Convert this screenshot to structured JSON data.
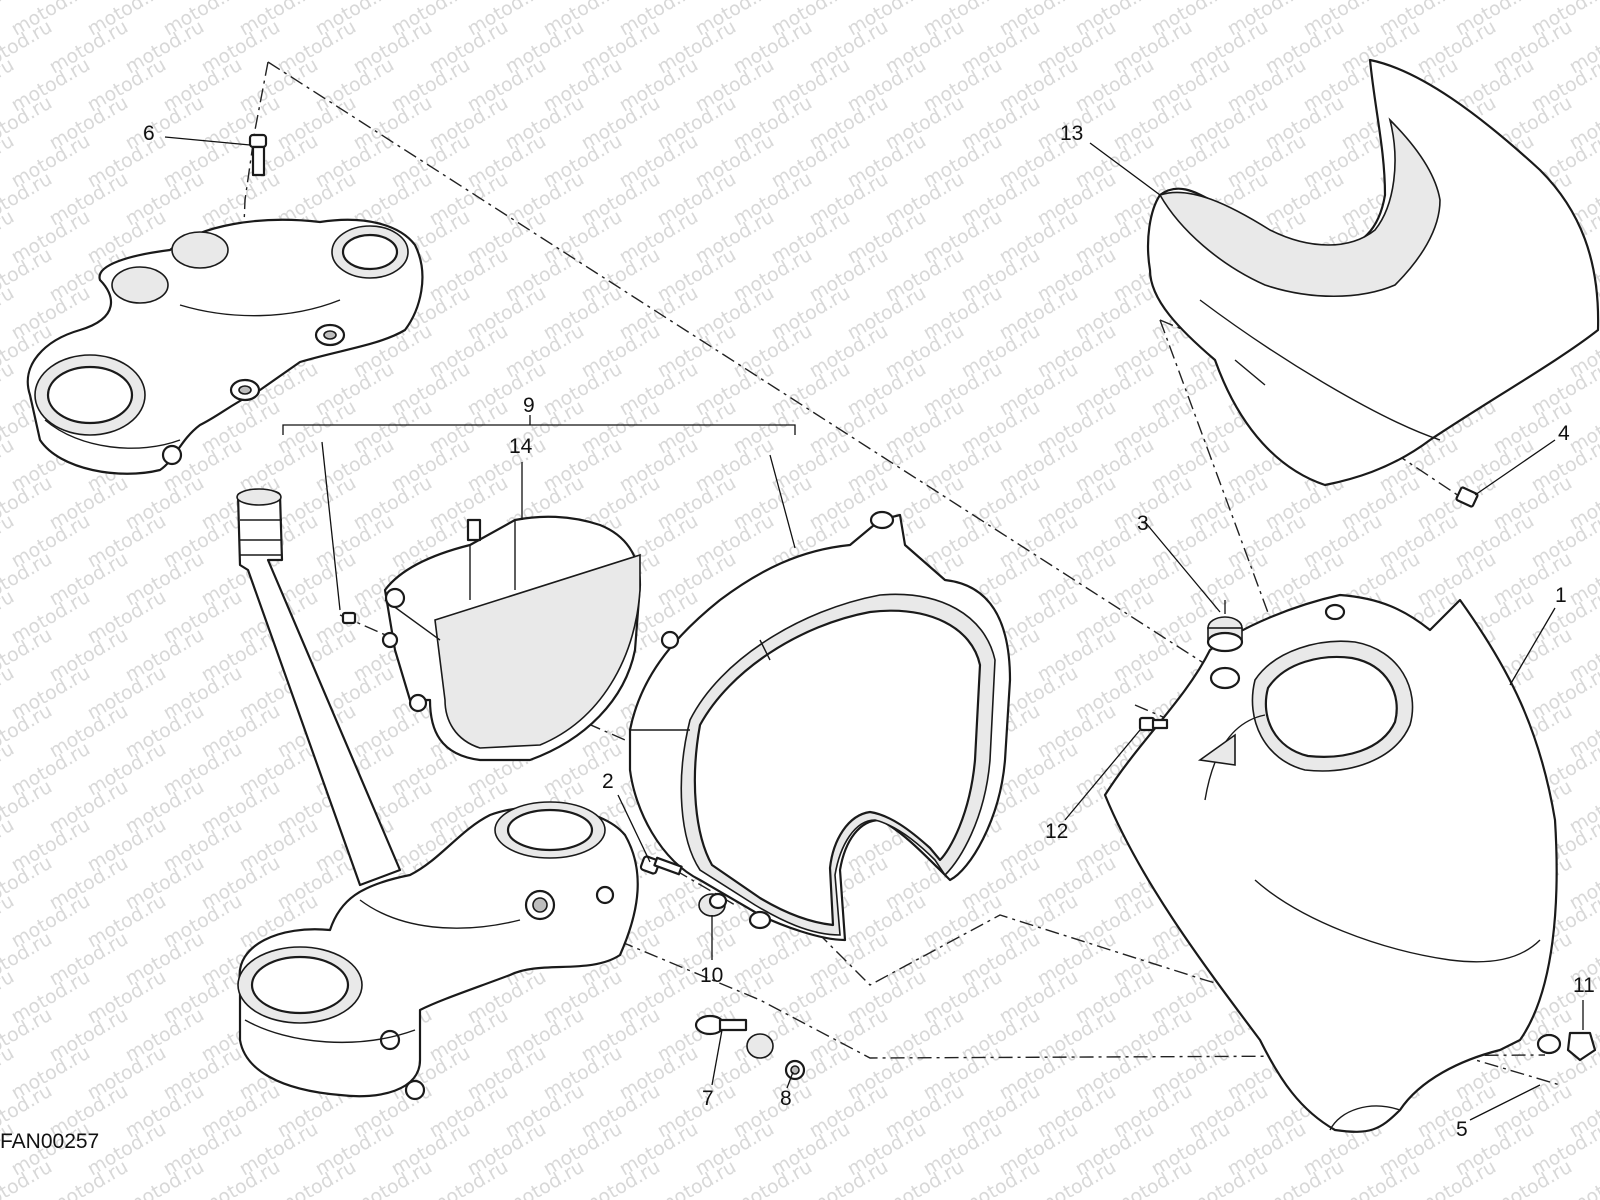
{
  "drawing": {
    "code": "FAN00257",
    "watermark_text": "motod.ru",
    "callouts": [
      "1",
      "2",
      "3",
      "4",
      "5",
      "6",
      "7",
      "8",
      "9",
      "10",
      "11",
      "12",
      "13",
      "14"
    ]
  },
  "colors": {
    "line": "#1a1a1a",
    "watermark": "#d8d8d8",
    "background": "#ffffff"
  }
}
